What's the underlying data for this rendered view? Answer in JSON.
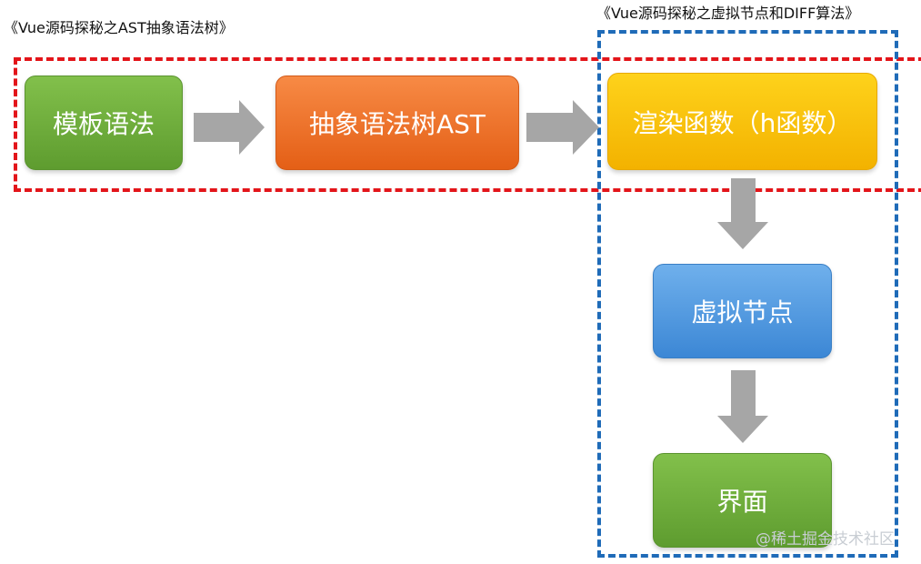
{
  "captions": {
    "ast_series": "《Vue源码探秘之AST抽象语法树》",
    "vdom_series": "《Vue源码探秘之虚拟节点和DIFF算法》"
  },
  "nodes": {
    "template_syntax": "模板语法",
    "ast": "抽象语法树AST",
    "render_function": "渲染函数（h函数）",
    "virtual_node": "虚拟节点",
    "ui": "界面"
  },
  "watermark": "@稀土掘金技术社区",
  "colors": {
    "red_frame": "#e3151a",
    "blue_frame": "#1f6bb8",
    "green_box": "#6fae3c",
    "orange_box": "#ee6f2b",
    "yellow_box": "#fdc20e",
    "blue_box": "#4a93dd",
    "arrow": "#a6a6a6"
  }
}
